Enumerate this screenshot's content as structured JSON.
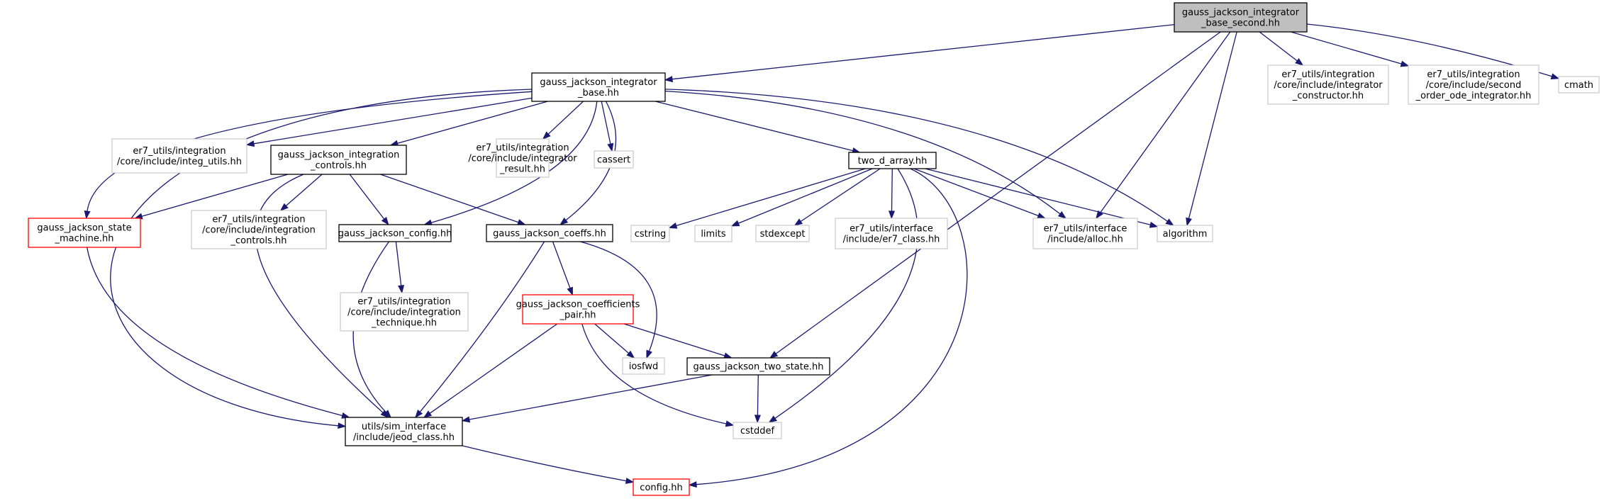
{
  "graph": {
    "type": "include-dependency-graph",
    "colors": {
      "edge": "#191970",
      "root_fill": "#bfbfbf",
      "documented_border": "#000000",
      "truncated_border": "#ff0000",
      "external_border": "#bfbfbf"
    },
    "nodes": [
      {
        "id": "root",
        "lines": [
          "gauss_jackson_integrator",
          "_base_second.hh"
        ],
        "style": "root"
      },
      {
        "id": "gjib",
        "lines": [
          "gauss_jackson_integrator",
          "_base.hh"
        ],
        "style": "documented"
      },
      {
        "id": "ctor",
        "lines": [
          "er7_utils/integration",
          "/core/include/integrator",
          "_constructor.hh"
        ],
        "style": "external"
      },
      {
        "id": "second",
        "lines": [
          "er7_utils/integration",
          "/core/include/second",
          "_order_ode_integrator.hh"
        ],
        "style": "external"
      },
      {
        "id": "cmath",
        "lines": [
          "cmath"
        ],
        "style": "external"
      },
      {
        "id": "integutils",
        "lines": [
          "er7_utils/integration",
          "/core/include/integ_utils.hh"
        ],
        "style": "external"
      },
      {
        "id": "controls",
        "lines": [
          "gauss_jackson_integration",
          "_controls.hh"
        ],
        "style": "documented"
      },
      {
        "id": "intresult",
        "lines": [
          "er7_utils/integration",
          "/core/include/integrator",
          "_result.hh"
        ],
        "style": "external"
      },
      {
        "id": "cassert",
        "lines": [
          "cassert"
        ],
        "style": "external"
      },
      {
        "id": "twod",
        "lines": [
          "two_d_array.hh"
        ],
        "style": "documented"
      },
      {
        "id": "sm",
        "lines": [
          "gauss_jackson_state",
          "_machine.hh"
        ],
        "style": "truncated"
      },
      {
        "id": "intcontrols",
        "lines": [
          "er7_utils/integration",
          "/core/include/integration",
          "_controls.hh"
        ],
        "style": "external"
      },
      {
        "id": "config",
        "lines": [
          "gauss_jackson_config.hh"
        ],
        "style": "documented"
      },
      {
        "id": "coeffs",
        "lines": [
          "gauss_jackson_coeffs.hh"
        ],
        "style": "documented"
      },
      {
        "id": "cstring",
        "lines": [
          "cstring"
        ],
        "style": "external"
      },
      {
        "id": "limits",
        "lines": [
          "limits"
        ],
        "style": "external"
      },
      {
        "id": "stdexcept",
        "lines": [
          "stdexcept"
        ],
        "style": "external"
      },
      {
        "id": "er7class",
        "lines": [
          "er7_utils/interface",
          "/include/er7_class.hh"
        ],
        "style": "external"
      },
      {
        "id": "alloc",
        "lines": [
          "er7_utils/interface",
          "/include/alloc.hh"
        ],
        "style": "external"
      },
      {
        "id": "algorithm",
        "lines": [
          "algorithm"
        ],
        "style": "external"
      },
      {
        "id": "technique",
        "lines": [
          "er7_utils/integration",
          "/core/include/integration",
          "_technique.hh"
        ],
        "style": "external"
      },
      {
        "id": "pair",
        "lines": [
          "gauss_jackson_coefficients",
          "_pair.hh"
        ],
        "style": "truncated"
      },
      {
        "id": "iosfwd",
        "lines": [
          "iosfwd"
        ],
        "style": "external"
      },
      {
        "id": "twostate",
        "lines": [
          "gauss_jackson_two_state.hh"
        ],
        "style": "documented"
      },
      {
        "id": "jeod",
        "lines": [
          "utils/sim_interface",
          "/include/jeod_class.hh"
        ],
        "style": "documented"
      },
      {
        "id": "cstddef",
        "lines": [
          "cstddef"
        ],
        "style": "external"
      },
      {
        "id": "confighh",
        "lines": [
          "config.hh"
        ],
        "style": "truncated"
      }
    ],
    "edges": [
      [
        "root",
        "gjib"
      ],
      [
        "root",
        "ctor"
      ],
      [
        "root",
        "second"
      ],
      [
        "root",
        "cmath"
      ],
      [
        "root",
        "alloc"
      ],
      [
        "root",
        "algorithm"
      ],
      [
        "root",
        "twostate"
      ],
      [
        "gjib",
        "integutils"
      ],
      [
        "gjib",
        "controls"
      ],
      [
        "gjib",
        "intresult"
      ],
      [
        "gjib",
        "cassert"
      ],
      [
        "gjib",
        "twod"
      ],
      [
        "gjib",
        "sm"
      ],
      [
        "gjib",
        "config"
      ],
      [
        "gjib",
        "coeffs"
      ],
      [
        "gjib",
        "alloc"
      ],
      [
        "gjib",
        "algorithm"
      ],
      [
        "gjib",
        "jeod"
      ],
      [
        "controls",
        "sm"
      ],
      [
        "controls",
        "intcontrols"
      ],
      [
        "controls",
        "config"
      ],
      [
        "controls",
        "coeffs"
      ],
      [
        "controls",
        "jeod"
      ],
      [
        "twod",
        "cstring"
      ],
      [
        "twod",
        "limits"
      ],
      [
        "twod",
        "stdexcept"
      ],
      [
        "twod",
        "er7class"
      ],
      [
        "twod",
        "alloc"
      ],
      [
        "twod",
        "algorithm"
      ],
      [
        "twod",
        "cstddef"
      ],
      [
        "twod",
        "confighh"
      ],
      [
        "sm",
        "jeod"
      ],
      [
        "config",
        "technique"
      ],
      [
        "config",
        "jeod"
      ],
      [
        "coeffs",
        "pair"
      ],
      [
        "coeffs",
        "iosfwd"
      ],
      [
        "coeffs",
        "jeod"
      ],
      [
        "pair",
        "iosfwd"
      ],
      [
        "pair",
        "twostate"
      ],
      [
        "pair",
        "jeod"
      ],
      [
        "pair",
        "cstddef"
      ],
      [
        "twostate",
        "jeod"
      ],
      [
        "twostate",
        "cstddef"
      ],
      [
        "jeod",
        "confighh"
      ]
    ]
  }
}
